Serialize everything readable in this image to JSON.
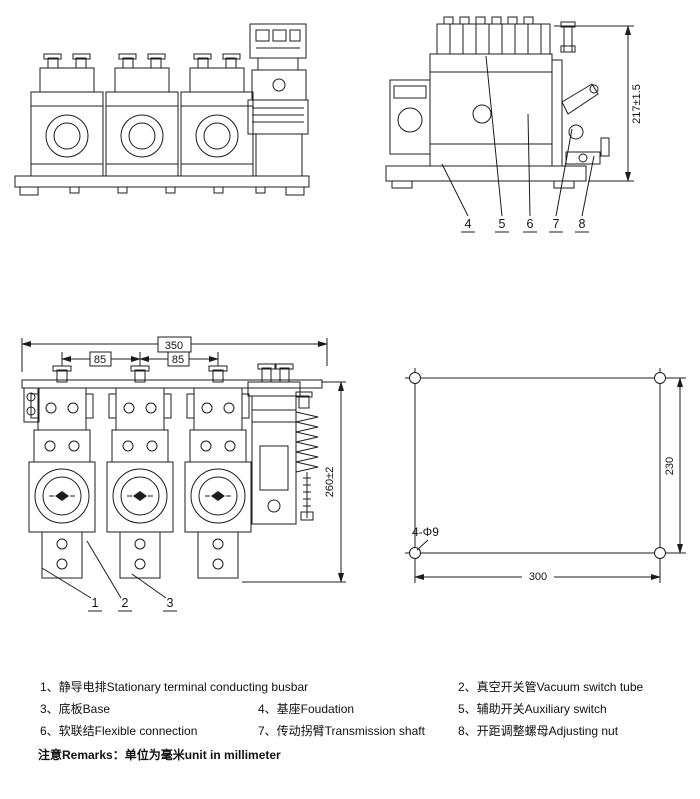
{
  "colors": {
    "ink": "#1c1c1c",
    "background": "#ffffff"
  },
  "views": {
    "side": {
      "dim_height": "217±1.5",
      "callouts": [
        "4",
        "5",
        "6",
        "7",
        "8"
      ]
    },
    "front": {
      "dim_width": "350",
      "dim_pitch_left": "85",
      "dim_pitch_right": "85",
      "dim_height": "260±2",
      "callouts": [
        "1",
        "2",
        "3"
      ]
    },
    "mounting": {
      "dim_height": "230",
      "dim_width": "300",
      "hole_note": "4-Φ9"
    }
  },
  "legend": {
    "items": [
      {
        "label": "1、静导电排Stationary terminal conducting busbar"
      },
      {
        "label": "2、真空开关管Vacuum switch tube"
      },
      {
        "label": "3、底板Base"
      },
      {
        "label": "4、基座Foudation"
      },
      {
        "label": "5、辅助开关Auxiliary switch"
      },
      {
        "label": "6、软联结Flexible connection"
      },
      {
        "label": "7、传动拐臂Transmission shaft"
      },
      {
        "label": "8、开距调整螺母Adjusting nut"
      }
    ],
    "remarks": "注意Remarks：单位为毫米unit in millimeter"
  }
}
